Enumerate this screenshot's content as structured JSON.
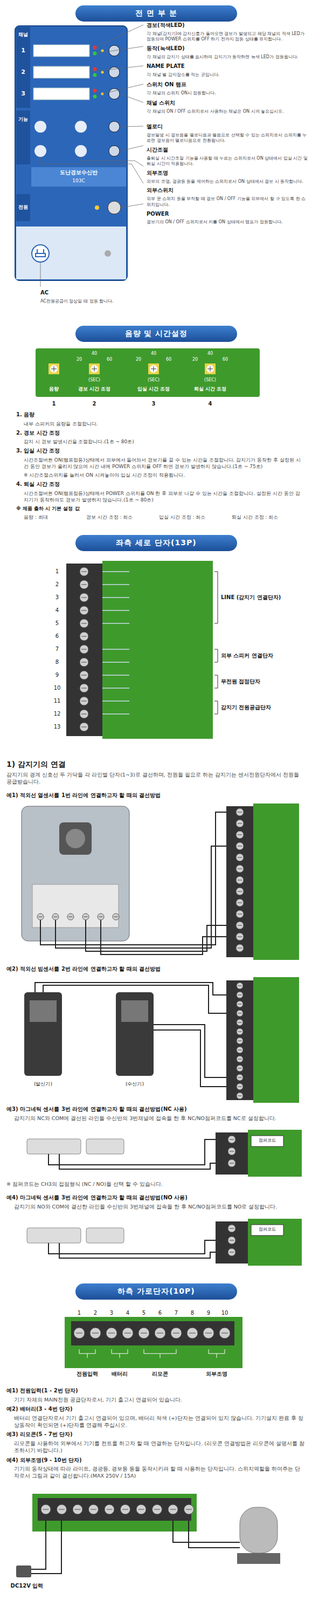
{
  "diagram": {
    "nodes": [
      {
        "text": [
          "전 면 부 분"
        ]
      },
      {
        "text": [
          "음량 및 시간설정"
        ]
      },
      {
        "text": [
          "좌측 세로 단자(13P)"
        ]
      },
      {
        "text": [
          "하측 가로단자(10P)"
        ]
      }
    ],
    "labels": [
      "경보(적색LED)",
      "각 채널(감지기)에 감지신호가 들어오면 경보가 발생되고 해당 채널의 적색 LED가 점등되며 POWER 스위치를 OFF 하기 전까지 점등 상태를 유지합니다.",
      "동작(녹색LED)",
      "각 채널의 감지기 상태를 표시하며 감지기가 동작하면 녹색 LED가 점등됩니다.",
      "NAME PLATE",
      "각 채널 별 감지장소를 적는 곳입니다.",
      "스위치 ON 램프",
      "각 채널의 스위치 ON시 점등합니다.",
      "채널 스위치",
      "각 채널의 ON / OFF 스위치로서 사용하는 채널은 ON 시켜 놓으십시오.",
      "멜로디",
      "경보발생 시 경보음을 멜로디음과 벨음으로 선택할 수 있는 스위치로서 스위치를 누르면 경보음이 멜로디음으로 전환됩니다.",
      "시간조절",
      "출퇴실 시 시간조절 기능을 사용할 때 누르는 스위치로서 ON 상태에서 입실 시간 및 퇴실 시간이 적용됩니다.",
      "외부조명",
      "외부의 조명, 경광등 등을 제어하는 스위치로서 ON 상태에서 경보 시 동작합니다.",
      "외부스위치",
      "외부 문 스위치 등을 부착할 때 경보 ON / OFF 기능을 외부에서 할 수 있도록 한 스위치입니다.",
      "POWER",
      "경보기의 ON / OFF 스위치로서 키를 ON 상태에서 램프가 점등합니다.",
      "AC",
      "AC전원공급이 정상일 때 점등 합니다.",
      "채널",
      "1",
      "2",
      "3",
      "기능",
      "도난경보수신반",
      "103C",
      "전원",
      "음량",
      "경보 시간 조정",
      "입실 시간 조정",
      "퇴실 시간 조정",
      "20",
      "40",
      "60",
      "20",
      "40",
      "60",
      "20",
      "40",
      "60",
      "(SEC)",
      "(SEC)",
      "(SEC)",
      "1",
      "2",
      "3",
      "4",
      "1. 음량",
      "내부 스피커의 음량을 조절합니다.",
      "2. 경보 시간 조정",
      "감지 시 경보 발생시간을 조절합니다.(1초 ~ 80초)",
      "3. 입실 시간 조정",
      "시간조절버튼 ON(램프점등)상태에서 외부에서 들어와서 경보기를 끌 수 있는 시간을 조절합니다. 감지기가 동작한 후 설정된 시간 동안 경보가 울리지 않으며 시간 내에 POWER 스위치를 OFF 하면 경보가 발생하지 않습니다.(1초 ~ 75초)",
      "※ 시간조절스위치를 눌러서 ON 시켜놓아야 입실 시간 조정이 적용됩니다.",
      "4. 퇴실 시간 조정",
      "시간조절버튼 ON(램프점등)상태에서 POWER 스위치를 ON 한 후 외부로 나갈 수 있는 시간을 조절합니다. 설정된 시간 동안 감지기가 동작하여도 경보가 발생하지 않습니다.(1초 ~ 80초)",
      "※ 제품 출하 시 기본 설정 값",
      "음량 : 최대",
      "경보 시간 조정 : 최소",
      "입실 시간 조정 : 최소",
      "퇴실 시간 조정 : 최소",
      "1",
      "2",
      "3",
      "4",
      "5",
      "6",
      "7",
      "8",
      "9",
      "10",
      "11",
      "12",
      "13",
      "LINE (감지기 연결단자)",
      "외부 스피커 연결단자",
      "무전원 접점단자",
      "감지기 전원공급단자",
      "1) 감지기의 연결",
      "감지기의 경계 신호선 두 가닥을 각 라인별 단자(1~3)로 결선하며, 전원을 필요로 하는 감지기는 센서전원단자에서 전원을 공급받습니다.",
      "예1) 적외선 열센서를 1번 라인에 연결하고자 할 때의 결선방법",
      "예2) 적외선 빔센서를 2번 라인에 연결하고자 할 때의 결선방법",
      "(발신기)",
      "(수신기)",
      "예3) 마그네틱 센서를 3번 라인에 연결하고자 할 때의 결선방법(NC 사용)",
      "감지기의 NC와 COM에 결선된 라인을 수신반의 3번채널에 접속을 한 후 NC/NO점퍼코드를 NC로 설정합니다.",
      "점퍼코드",
      "※ 점퍼코드는 CH3의 접점형식 (NC / NO)을 선택 할 수 있습니다.",
      "예4) 마그네틱 센서를 3번 라인에 연결하고자 할 때의 결선방법(NO 사용)",
      "감지기의 NO와 COM에 결선한 라인을 수신반의 3번채널에 접속을 한 후 NC/NO점퍼코드를 NO로 설정합니다.",
      "점퍼코드",
      "1",
      "2",
      "3",
      "4",
      "5",
      "6",
      "7",
      "8",
      "9",
      "10",
      "전원입력",
      "배터리",
      "리모콘",
      "외부조명",
      "예1) 전원입력(1 - 2번 단자)",
      "기기 자체의 MAIN전원 공급단자로서, 기기 출고시 연결되어 있습니다.",
      "예2) 배터리(3 - 4번 단자)",
      "배터리 연결단자로서 기기 출고시 연결되어 있으며, 배터리 적색 (+)단자는 연결되어 있지 않습니다. 기기설치 완료 후 정상동작이 확인되면 (+)단자를 연결해 주십시오.",
      "예3) 리모콘(5 - 7번 단자)",
      "리모콘을 사용하여 외부에서 기기를 컨트롤 하고자 할 때 연결하는 단자입니다. (리모콘 연결방법은 리모콘에 설명서를 참조하시기 바랍니다.)",
      "예4) 외부조명(9 - 10번 단자)",
      "기기의 동작상태에 따라 라이트, 경광등, 경보등 등을 동작시키려 할 때 사용하는 단자입니다. 스위치역할을 하여주는 단자로서 그림과 같이 결선합니다.(MAX 250V / 15A)",
      "DC12V 입력"
    ]
  }
}
